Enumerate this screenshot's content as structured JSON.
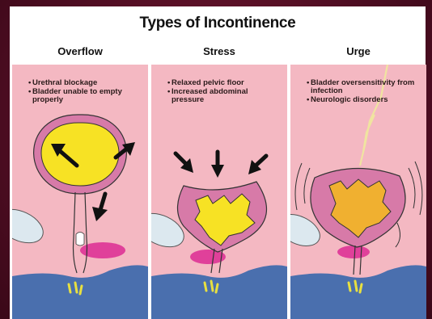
{
  "title": "Types of Incontinence",
  "colors": {
    "background": "#f4b8c2",
    "bladder_wall": "#d77aa8",
    "bladder_fill": "#f7e224",
    "urge_fill": "#f0b030",
    "blue_base": "#4a6fae",
    "sphincter": "#e0409a",
    "frame": "#5a1024"
  },
  "panels": [
    {
      "title": "Overflow",
      "bullets": [
        "Urethral blockage",
        "Bladder unable to empty properly"
      ]
    },
    {
      "title": "Stress",
      "bullets": [
        "Relaxed pelvic floor",
        "Increased abdominal pressure"
      ]
    },
    {
      "title": "Urge",
      "bullets": [
        "Bladder oversensitivity from infection",
        "Neurologic disorders"
      ]
    }
  ]
}
